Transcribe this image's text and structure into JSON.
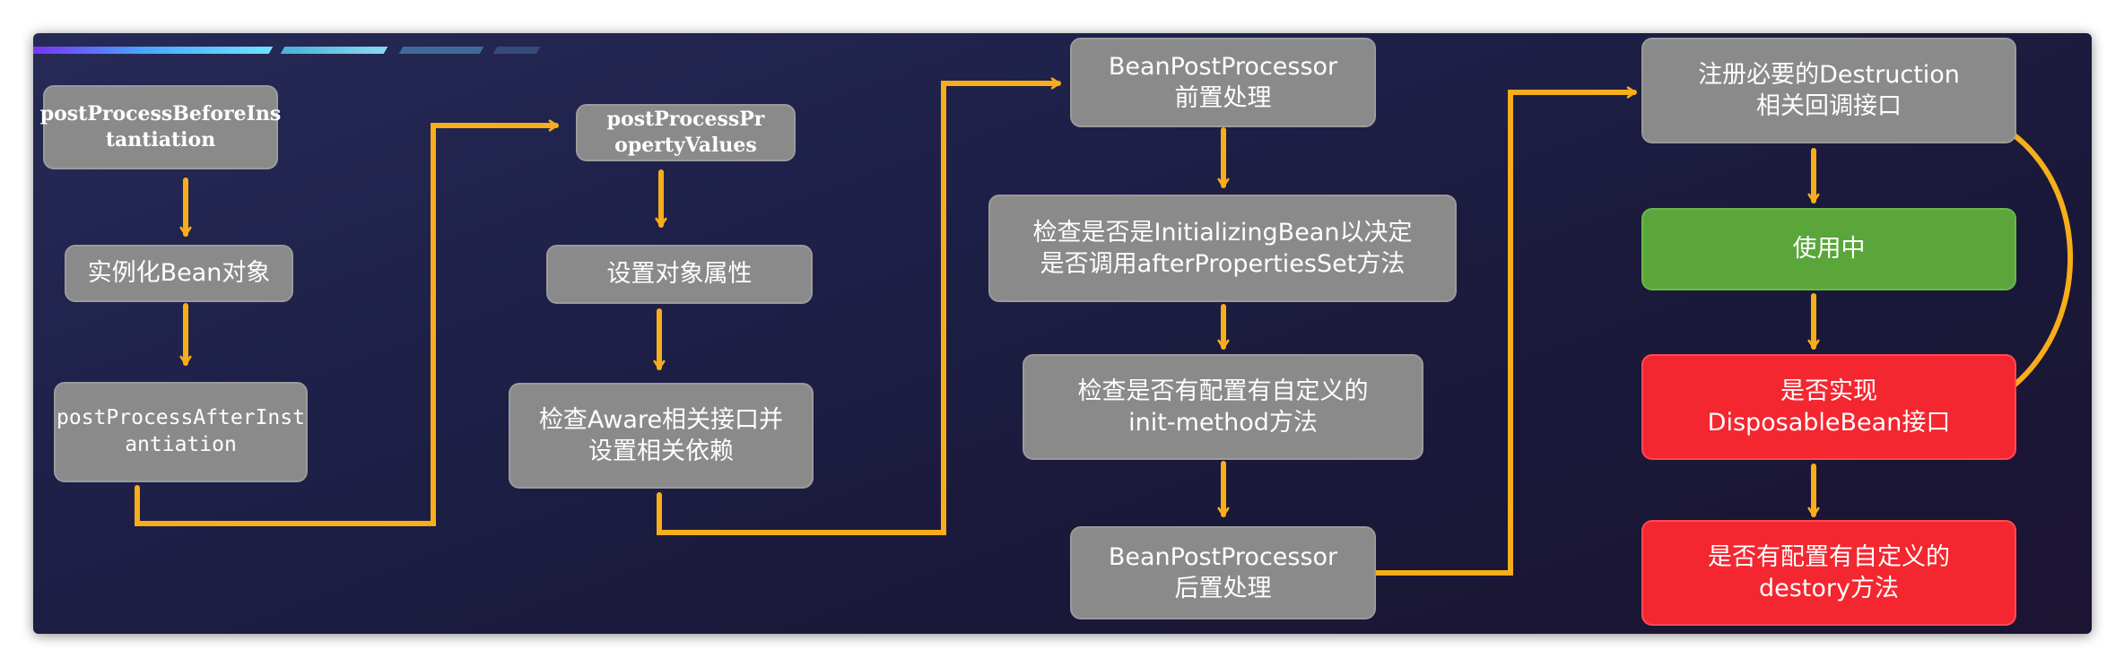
{
  "colors": {
    "arrow": "#f8ad1a",
    "box_gray": "#8a8a8a",
    "box_green": "#5aa63a",
    "box_red": "#f42630"
  },
  "nodes": {
    "post_before_inst": "postProcessBeforeIns\ntantiation",
    "instantiate_bean": "实例化Bean对象",
    "post_after_inst": "postProcessAfterInst\nantiation",
    "post_prop_values": "postProcessPr\nopertyValues",
    "set_properties": "设置对象属性",
    "check_aware": "检查Aware相关接口并\n设置相关依赖",
    "bpp_before": "BeanPostProcessor\n前置处理",
    "check_initializing": "检查是否是InitializingBean以决定\n是否调用afterPropertiesSet方法",
    "check_init_method": "检查是否有配置有自定义的\ninit-method方法",
    "bpp_after": "BeanPostProcessor\n后置处理",
    "register_destruction": "注册必要的Destruction\n相关回调接口",
    "in_use": "使用中",
    "check_disposable": "是否实现\nDisposableBean接口",
    "check_destroy_method": "是否有配置有自定义的\ndestory方法"
  }
}
